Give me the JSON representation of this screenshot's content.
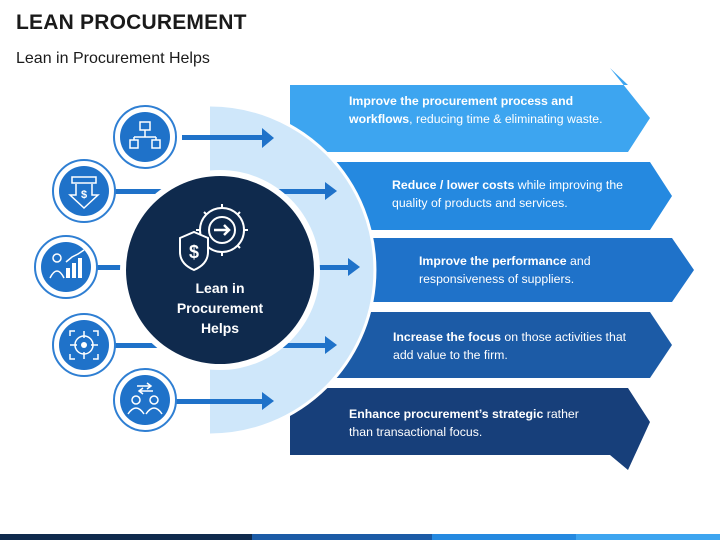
{
  "header": {
    "title": "LEAN PROCUREMENT",
    "subtitle": "Lean in Procurement Helps"
  },
  "center": {
    "line1": "Lean in",
    "line2": "Procurement",
    "line3": "Helps"
  },
  "bands": [
    {
      "bold": "Improve the procurement process and workflows",
      "rest": ", reducing time & eliminating waste."
    },
    {
      "bold": "Reduce / lower costs",
      "rest": " while improving the quality of products and services."
    },
    {
      "bold": "Improve the performance",
      "rest": " and responsiveness of suppliers."
    },
    {
      "bold": "Increase the focus",
      "rest": " on those activities that add value to the firm."
    },
    {
      "bold": "Enhance procurement’s strategic",
      "rest": " rather than transactional focus."
    }
  ],
  "icons": [
    "workflow-icon",
    "cost-download-icon",
    "performance-chart-icon",
    "target-focus-icon",
    "exchange-people-icon"
  ],
  "colors": {
    "band1": "#3da5f0",
    "band2": "#2589e0",
    "band3": "#1f72c9",
    "band4": "#1c5ba6",
    "band5": "#173f7a",
    "navy": "#0f2a4d",
    "light_blue": "#cfe7fa",
    "accent": "#2f7fd3"
  }
}
